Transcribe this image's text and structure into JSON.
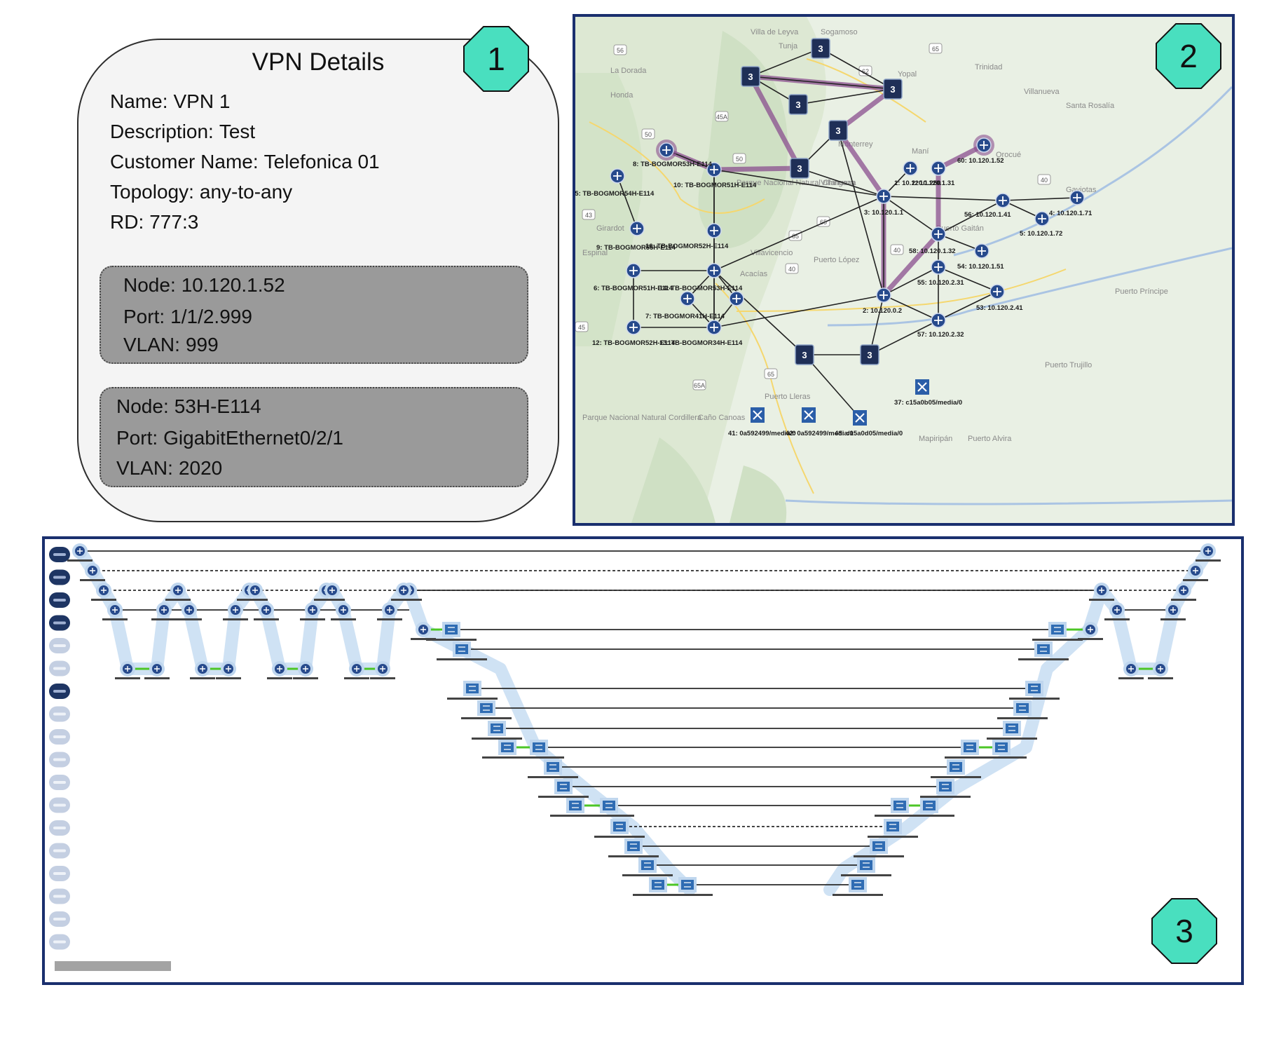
{
  "vpn_details": {
    "title": "VPN Details",
    "fields": [
      {
        "label": "Name:",
        "value": "VPN 1"
      },
      {
        "label": "Description:",
        "value": "Test"
      },
      {
        "label": "Customer Name:",
        "value": "Telefonica 01"
      },
      {
        "label": "Topology:",
        "value": "any-to-any"
      },
      {
        "label": "RD:",
        "value": "777:3"
      }
    ],
    "endpoints": [
      {
        "node_label": "Node:",
        "node": "10.120.1.52",
        "port_label": "Port:",
        "port": "1/1/2.999",
        "vlan_label": "VLAN:",
        "vlan": "999"
      },
      {
        "node_label": "Node:",
        "node": "53H-E114",
        "port_label": "Port:",
        "port": "GigabitEthernet0/2/1",
        "vlan_label": "VLAN:",
        "vlan": "2020"
      }
    ]
  },
  "badges": [
    "1",
    "2",
    "3"
  ],
  "colors": {
    "badge": "#49dfbf",
    "panel_border": "#1a2f6e",
    "node": "#274a8c",
    "vpn_path": "#8a4f8f",
    "green_link": "#4cc626",
    "map_land": "#e7efe1",
    "map_water": "#aac4e3"
  },
  "map": {
    "place_labels": [
      "Villa de Leyva",
      "Sogamoso",
      "Tunja",
      "Yopal",
      "Trinidad",
      "La Dorada",
      "Honda",
      "Villanueva",
      "Santa Rosalía",
      "Maní",
      "Orocué",
      "Gaviotas",
      "Girardot",
      "Espinal",
      "Parque Nacional Natural Chingaza",
      "Villavicencio",
      "Puerto López",
      "Acacías",
      "Puerto Gaitán",
      "Puerto Príncipe",
      "Puerto Trujillo",
      "Puerto Lleras",
      "Caño Canoas",
      "Parque Nacional Natural Cordillera",
      "Mapiripán",
      "Puerto Alvira",
      "Monterrey",
      "Villanueva"
    ],
    "road_shields": [
      "56",
      "65",
      "62",
      "45A",
      "50",
      "50",
      "43",
      "65",
      "65",
      "40",
      "40",
      "45",
      "65",
      "65A",
      "40"
    ],
    "cluster_label": "3",
    "node_labels": [
      "8: TB-BOGMOR53H-E114",
      "10: TB-BOGMOR51H-E114",
      "15: TB-BOGMOR54H-E114",
      "9: TB-BOGMOR55H-E114",
      "16: TB-BOGMOR52H-E114",
      "6: TB-BOGMOR51H-E114",
      "14: TB-BOGMOR53H-E114",
      "7: TB-BOGMOR41H-E114",
      "12: TB-BOGMOR52H-E114",
      "13: TB-BOGMOR34H-E114",
      "1: 10.120.1.250",
      "60: 10.120.1.52",
      "2: 10.120.1.31",
      "3: 10.120.1.1",
      "56: 10.120.1.41",
      "4: 10.120.1.71",
      "5: 10.120.1.72",
      "58: 10.120.1.32",
      "54: 10.120.1.51",
      "55: 10.120.2.31",
      "53: 10.120.2.41",
      "2: 10.120.0.2",
      "57: 10.120.2.32",
      "37: c15a0b05/media/0",
      "41: 0a592499/media/0",
      "42: 0a592499/media/0",
      "43: c15a0d05/media/0"
    ]
  },
  "tree": {
    "levels": 18
  }
}
